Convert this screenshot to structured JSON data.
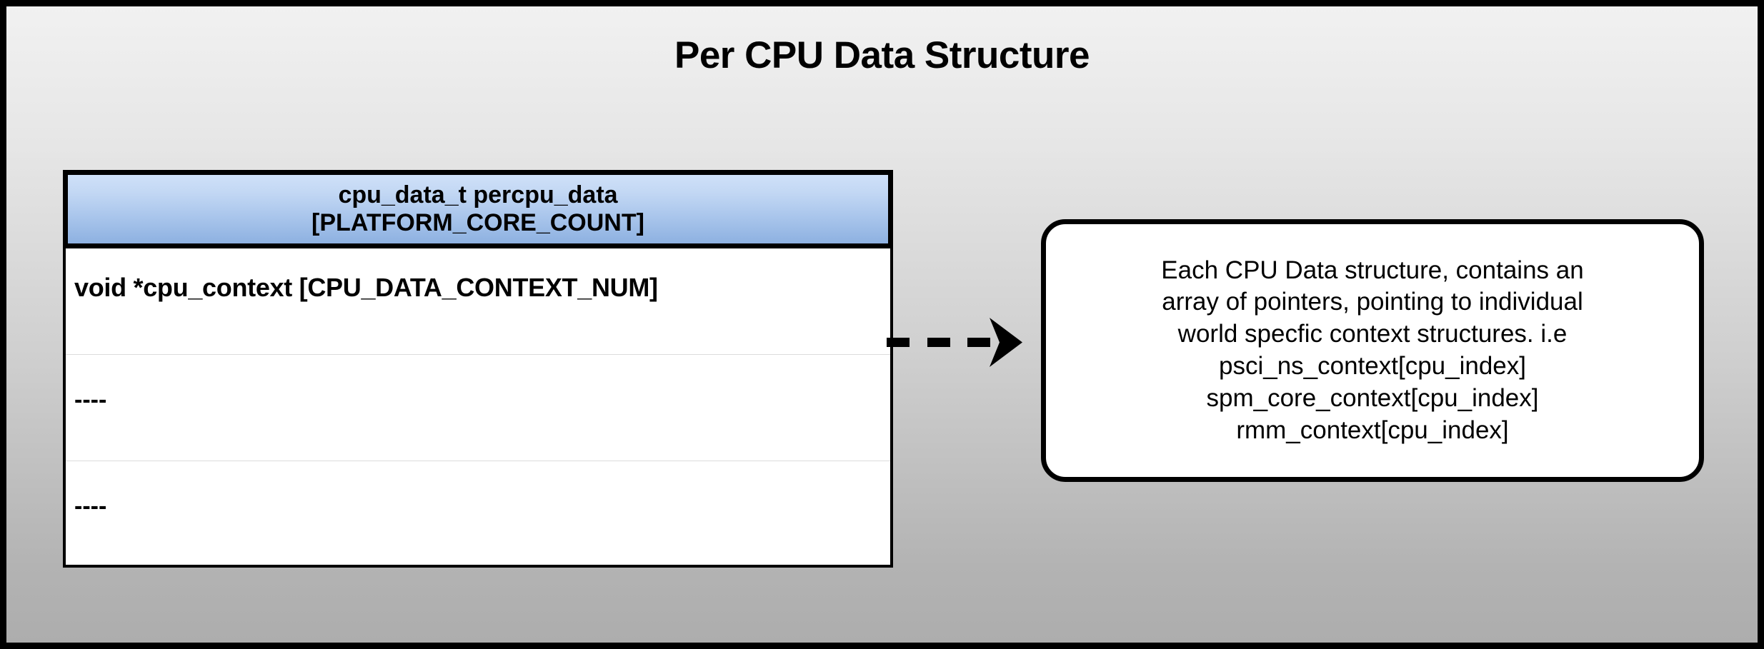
{
  "diagram": {
    "title": "Per CPU Data Structure",
    "background_top_color": "#f1f1f1",
    "background_bottom_color": "#adadad",
    "frame_color": "#000000"
  },
  "struct_table": {
    "header": {
      "text": "cpu_data_t percpu_data\n[PLATFORM_CORE_COUNT]",
      "gradient_top_color": "#cfe0f8",
      "gradient_bottom_color": "#8fb2e1",
      "border_color": "#000000"
    },
    "rows": [
      {
        "label": "void *cpu_context [CPU_DATA_CONTEXT_NUM]",
        "style": "bold"
      },
      {
        "label": "----",
        "style": "dashes"
      },
      {
        "label": "----",
        "style": "dashes"
      }
    ]
  },
  "connector": {
    "icon": "dashed-arrow-right-icon",
    "dash_count": 3,
    "color": "#000000"
  },
  "callout": {
    "text": "Each CPU Data structure, contains an\narray of pointers, pointing to individual\nworld specfic context structures. i.e\npsci_ns_context[cpu_index]\nspm_core_context[cpu_index]\nrmm_context[cpu_index]",
    "border_color": "#000000",
    "background_color": "#ffffff"
  }
}
